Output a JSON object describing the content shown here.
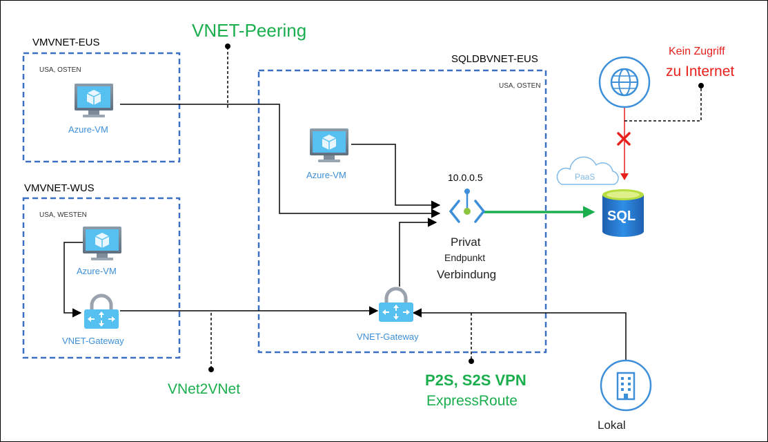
{
  "vnets": {
    "eus": {
      "title": "VMVNET-EUS",
      "region": "USA, OSTEN",
      "vm_label": "Azure-VM"
    },
    "wus": {
      "title": "VMVNET-WUS",
      "region": "USA, WESTEN",
      "vm_label": "Azure-VM",
      "gateway_label": "VNET-Gateway"
    },
    "sqldb": {
      "title": "SQLDBVNET-EUS",
      "region": "USA, OSTEN",
      "vm_label": "Azure-VM",
      "gateway_label": "VNET-Gateway"
    }
  },
  "private_endpoint": {
    "ip": "10.0.0.5",
    "line1": "Privat",
    "line2": "Endpunkt",
    "line3": "Verbindung"
  },
  "annotations": {
    "vnet_peering": "VNET-Peering",
    "vnet2vnet": "VNet2VNet",
    "p2s_s2s": "P2S, S2S VPN",
    "expressroute": "ExpressRoute",
    "no_internet_line1": "Kein Zugriff",
    "no_internet_line2": "zu Internet",
    "paas": "PaaS",
    "sql": "SQL",
    "onprem": "Lokal"
  },
  "colors": {
    "box_border": "#3a6fc4",
    "accent_green": "#1bae4e",
    "accent_red": "#e8201d",
    "azure_blue": "#3c8fd8"
  }
}
